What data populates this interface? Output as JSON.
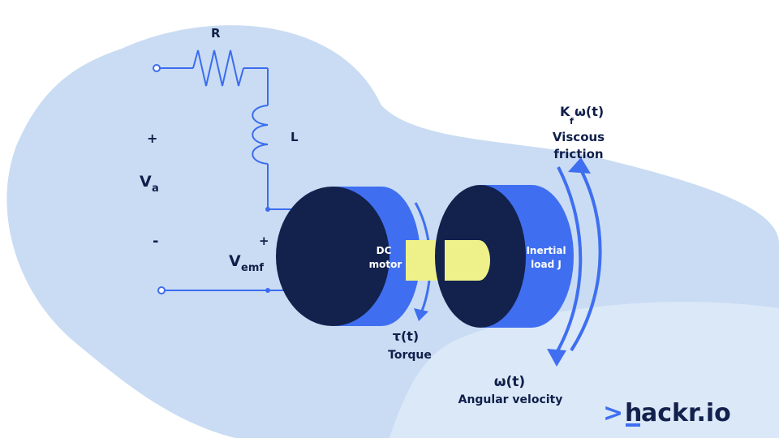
{
  "diagram": {
    "resistor_label": "R",
    "inductor_label": "L",
    "va_label": "V",
    "va_sub": "a",
    "plus_label": "+",
    "minus_label": "-",
    "vemf_label": "V",
    "vemf_sub": "emf",
    "vemf_plus": "+",
    "dc_motor_line1": "DC",
    "dc_motor_line2": "motor",
    "load_line1": "Inertial",
    "load_line2": "load J",
    "torque_symbol": "τ(t)",
    "torque_label": "Torque",
    "friction_k": "K",
    "friction_sub": "f",
    "friction_omega": "ω(t)",
    "friction_line1": "Viscous",
    "friction_line2": "friction",
    "omega_symbol": "ω(t)",
    "omega_label": "Angular velocity"
  },
  "brand": {
    "arrow": ">",
    "h": "h",
    "rest": "ackr.io"
  },
  "colors": {
    "blob": "#c9dcf3",
    "blob_light": "#dbe8f8",
    "wire": "#3b6cf0",
    "navy": "#13214d",
    "blue": "#3f6ff0",
    "shaft": "#eef18a"
  }
}
